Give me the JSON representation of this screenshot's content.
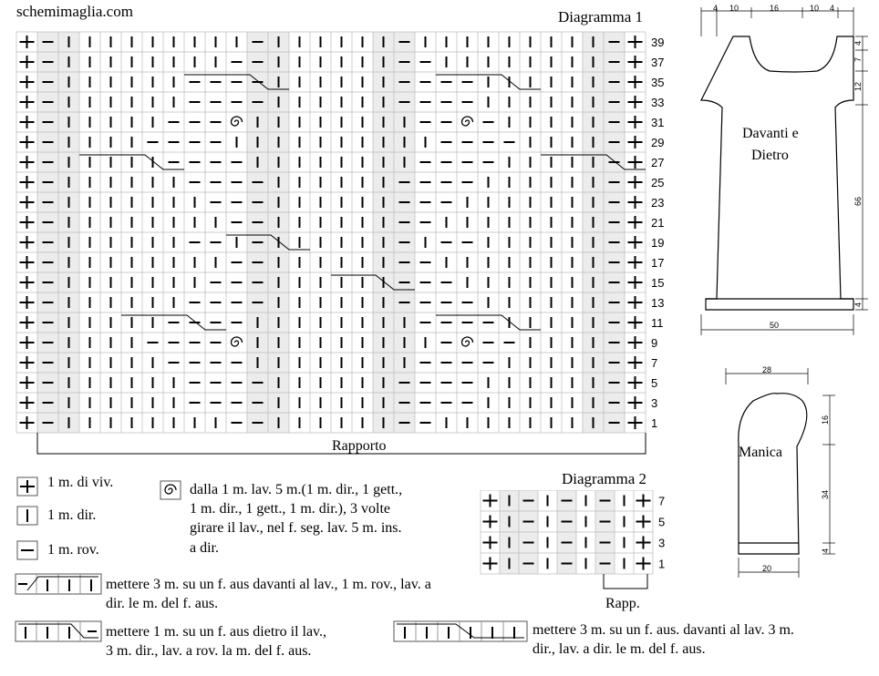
{
  "site": "schemimaglia.com",
  "diagram1": {
    "title": "Diagramma 1",
    "rows": [
      "39",
      "37",
      "35",
      "33",
      "31",
      "29",
      "27",
      "25",
      "23",
      "21",
      "19",
      "17",
      "15",
      "13",
      "11",
      "9",
      "7",
      "5",
      "3",
      "1"
    ],
    "repeat_label": "Rapporto"
  },
  "diagram2": {
    "title": "Diagramma 2",
    "rows": [
      "7",
      "5",
      "3",
      "1"
    ],
    "repeat_label": "Rapp."
  },
  "schematic": {
    "front_label_1": "Davanti e",
    "front_label_2": "Dietro",
    "sleeve_label": "Manica",
    "front_top_dims": [
      "4",
      "10",
      "16",
      "10",
      "4"
    ],
    "front_right_dims": [
      "4",
      "7",
      "12",
      "66",
      "4"
    ],
    "front_bottom_dim": "50",
    "sleeve_top_dim": "28",
    "sleeve_right_dims": [
      "16",
      "34",
      "4"
    ],
    "sleeve_bottom_dim": "20"
  },
  "legend": {
    "selvedge": "1 m. di viv.",
    "knit": "1 m. dir.",
    "purl": "1 m. rov.",
    "bobble_1": "dalla 1 m. lav. 5 m.(1 m. dir., 1 gett.,",
    "bobble_2": "1 m. dir., 1 gett., 1 m. dir.), 3 volte",
    "bobble_3": "girare il lav., nel f. seg. lav. 5 m. ins.",
    "bobble_4": "a dir.",
    "cable_a_1": "mettere 3 m. su un f. aus davanti al lav., 1 m. rov., lav. a",
    "cable_a_2": "dir. le m. del f. aus.",
    "cable_b_1": "mettere 1 m. su un f. aus dietro il lav.,",
    "cable_b_2": "3 m. dir., lav. a rov. la m. del f. aus.",
    "cable_c_1": "mettere 3 m. su un f. aus. davanti al lav. 3 m.",
    "cable_c_2": "dir., lav. a dir. le m. del f. aus."
  }
}
